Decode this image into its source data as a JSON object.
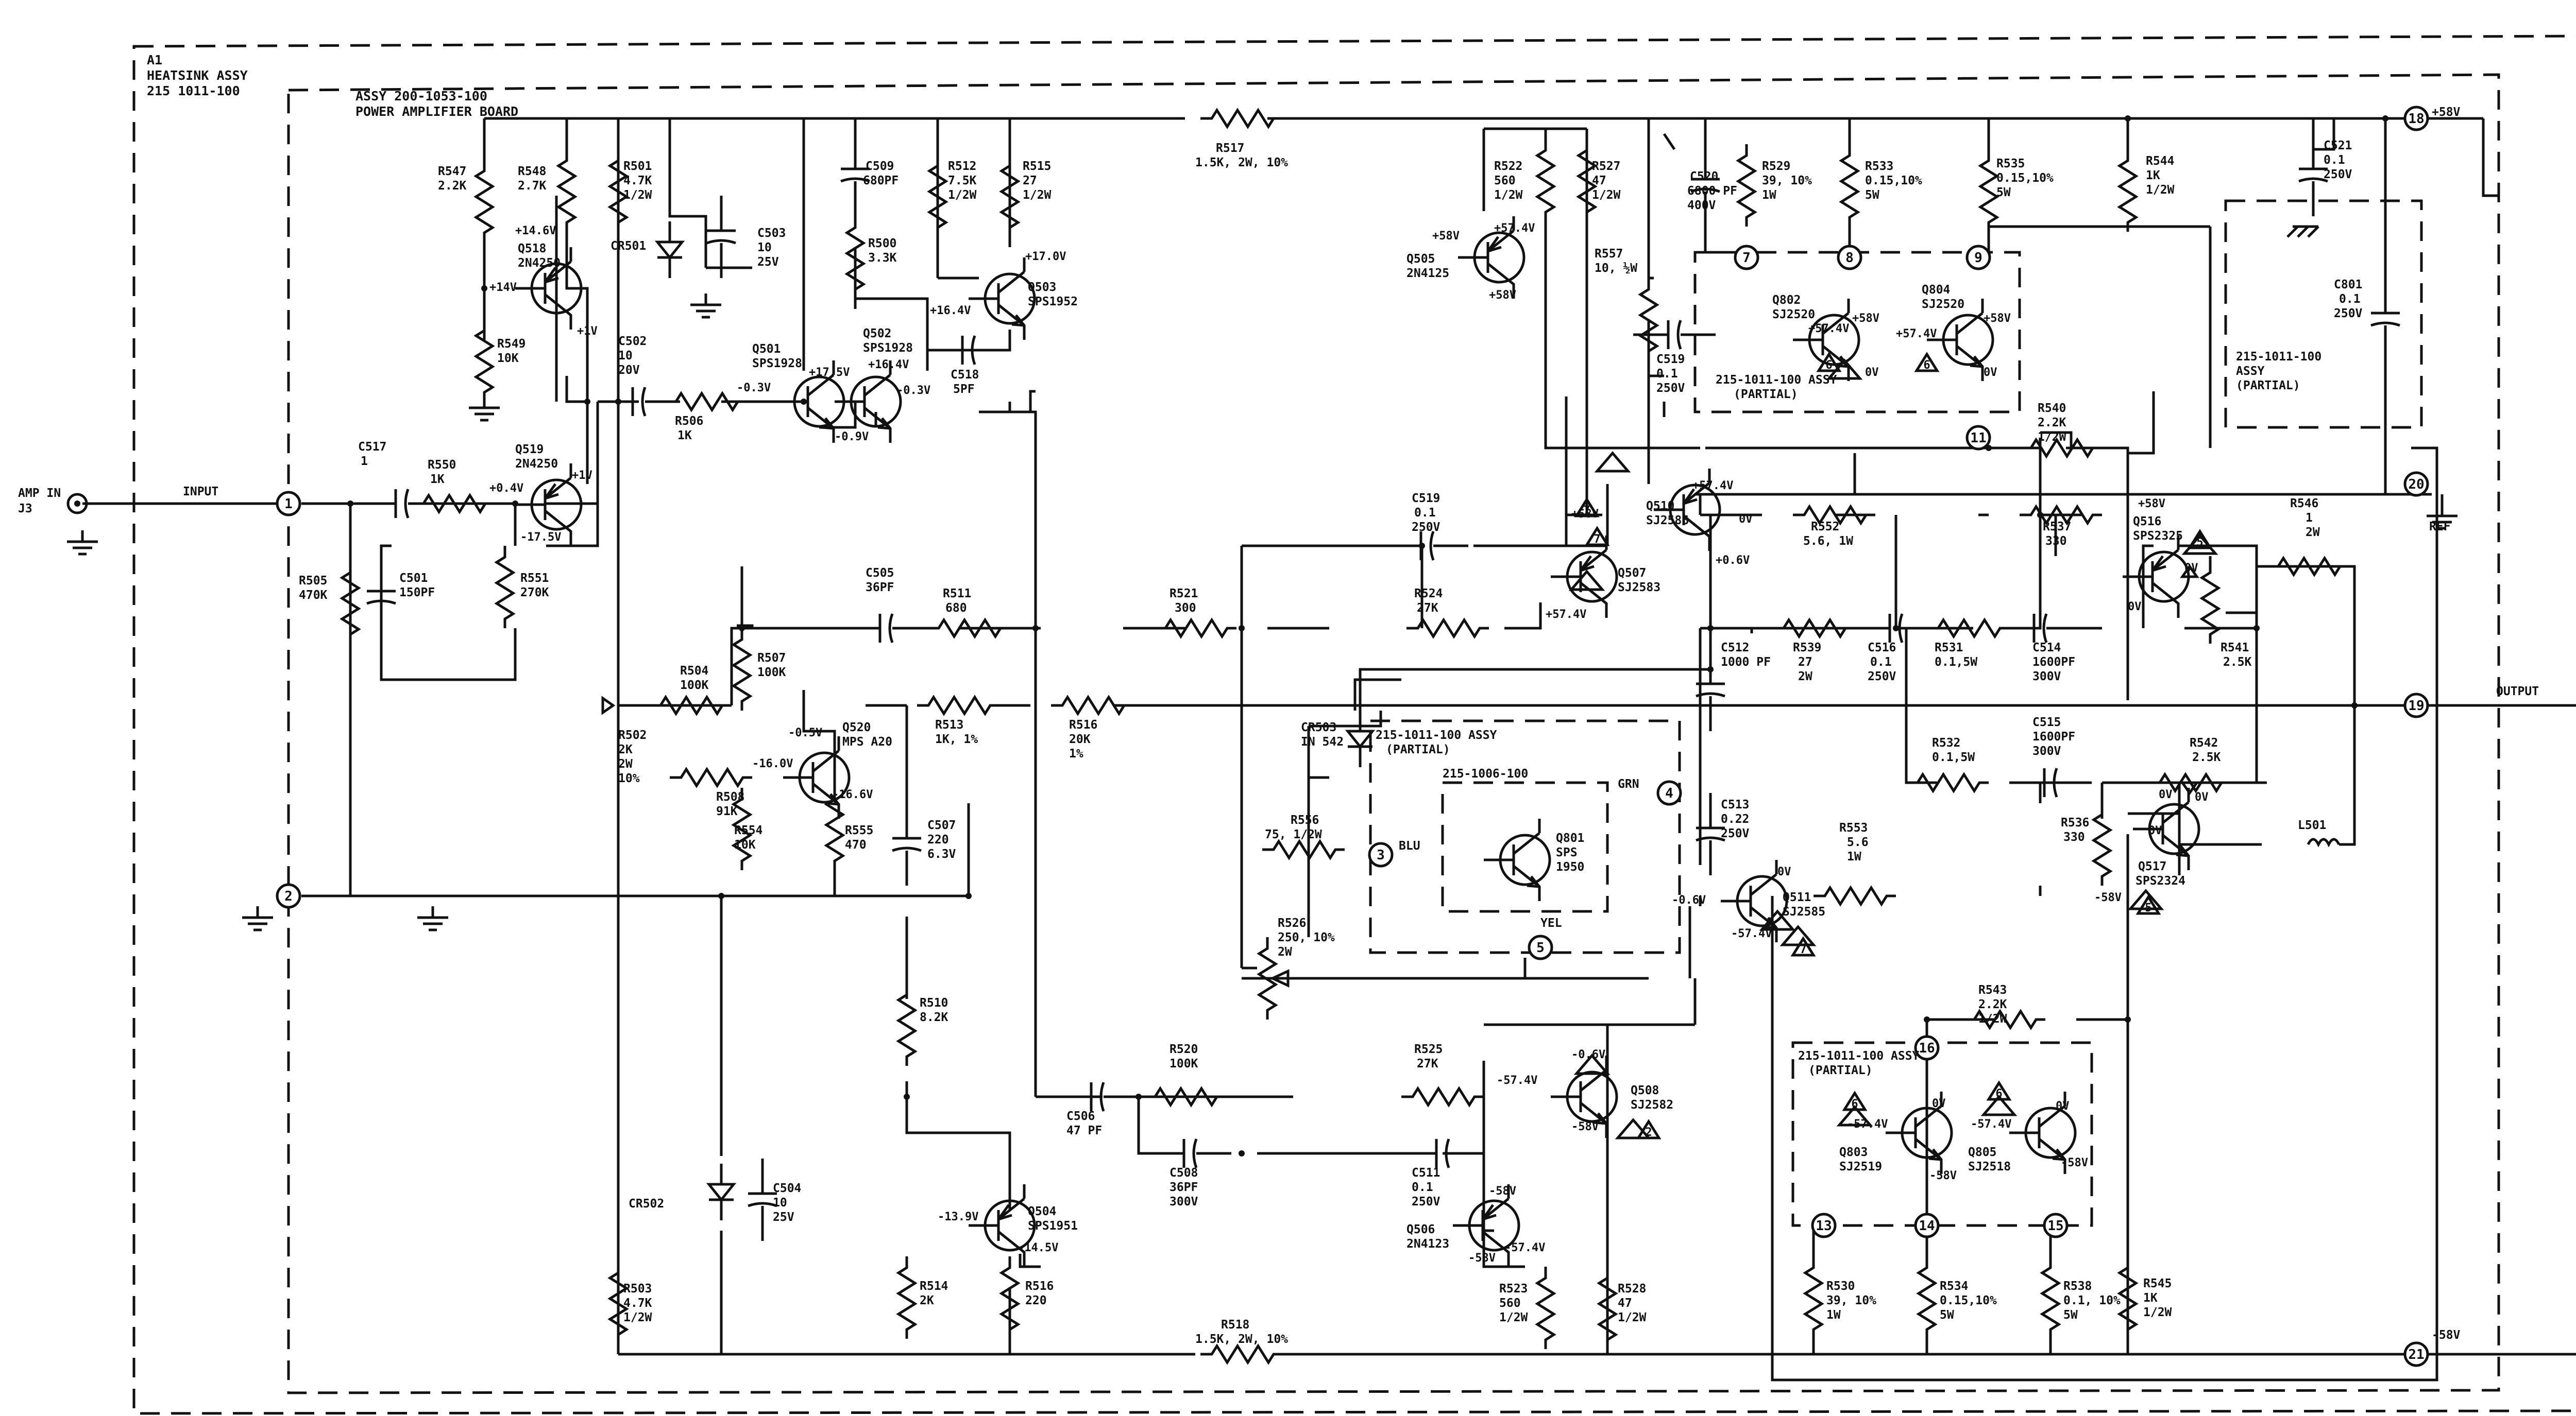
{
  "header": {
    "a1": "A1",
    "heatsink": "HEATSINK ASSY",
    "heatsink_num": "215 1011-100",
    "assy": "ASSY 200-1053-100",
    "board": "POWER AMPLIFIER BOARD"
  },
  "io": {
    "amp_in": "AMP IN",
    "j3": "J3",
    "input": "INPUT",
    "output": "OUTPUT",
    "ref": "REF",
    "plus58": "+58V",
    "minus58": "-58V"
  },
  "nodes": {
    "n1": "1",
    "n2": "2",
    "n3": "3",
    "n4": "4",
    "n5": "5",
    "n7": "7",
    "n8": "8",
    "n9": "9",
    "n11": "11",
    "n13": "13",
    "n14": "14",
    "n15": "15",
    "n16": "16",
    "n18": "18",
    "n19": "19",
    "n20": "20",
    "n21": "21"
  },
  "resistors": {
    "r505": [
      "R505",
      "470K"
    ],
    "r550": [
      "R550",
      "1K"
    ],
    "r551": [
      "R551",
      "270K"
    ],
    "r547": [
      "R547",
      "2.2K"
    ],
    "r548": [
      "R548",
      "2.7K"
    ],
    "r549": [
      "R549",
      "10K"
    ],
    "r501": [
      "R501",
      "4.7K",
      "1/2W"
    ],
    "r506": [
      "R506",
      "1K"
    ],
    "r502": [
      "R502",
      "2K",
      "2W",
      "10%"
    ],
    "r504": [
      "R504",
      "100K"
    ],
    "r507": [
      "R507",
      "100K"
    ],
    "r508": [
      "R508",
      "91K"
    ],
    "r554": [
      "R554",
      "10K"
    ],
    "r555": [
      "R555",
      "470"
    ],
    "r500": [
      "R500",
      "3.3K"
    ],
    "r512": [
      "R512",
      "7.5K",
      "1/2W"
    ],
    "r515": [
      "R515",
      "27",
      "1/2W"
    ],
    "r511": [
      "R511",
      "680"
    ],
    "r513": [
      "R513",
      "1K, 1%"
    ],
    "r516": [
      "R516",
      "20K",
      "1%"
    ],
    "r510": [
      "R510",
      "8.2K"
    ],
    "r514": [
      "R514",
      "2K"
    ],
    "r516b": [
      "R516",
      "220"
    ],
    "r503": [
      "R503",
      "4.7K",
      "1/2W"
    ],
    "r517": [
      "R517",
      "1.5K, 2W, 10%"
    ],
    "r518": [
      "R518",
      "1.5K, 2W, 10%"
    ],
    "r521": [
      "R521",
      "300"
    ],
    "r524": [
      "R524",
      "27K"
    ],
    "r520": [
      "R520",
      "100K"
    ],
    "r525": [
      "R525",
      "27K"
    ],
    "r522": [
      "R522",
      "560",
      "1/2W"
    ],
    "r527": [
      "R527",
      "47",
      "1/2W"
    ],
    "r557": [
      "R557",
      "10, ½W"
    ],
    "r529": [
      "R529",
      "39, 10%",
      "1W"
    ],
    "r533": [
      "R533",
      "0.15,10%",
      "5W"
    ],
    "r535": [
      "R535",
      "0.15,10%",
      "5W"
    ],
    "r544": [
      "R544",
      "1K",
      "1/2W"
    ],
    "r540": [
      "R540",
      "2.2K",
      "1/2W"
    ],
    "r552": [
      "R552",
      "5.6, 1W"
    ],
    "r537": [
      "R537",
      "330"
    ],
    "r546": [
      "R546",
      "1",
      "2W"
    ],
    "r541": [
      "R541",
      "2.5K"
    ],
    "r539": [
      "R539",
      "27",
      "2W"
    ],
    "r531": [
      "R531",
      "0.1,5W"
    ],
    "r532": [
      "R532",
      "0.1,5W"
    ],
    "r542": [
      "R542",
      "2.5K"
    ],
    "r536": [
      "R536",
      "330"
    ],
    "r553": [
      "R553",
      "5.6",
      "1W"
    ],
    "r556": [
      "R556",
      "75, 1/2W"
    ],
    "r526": [
      "R526",
      "250, 10%",
      "2W"
    ],
    "r543": [
      "R543",
      "2.2K",
      "1/2W"
    ],
    "r523": [
      "R523",
      "560",
      "1/2W"
    ],
    "r528": [
      "R528",
      "47",
      "1/2W"
    ],
    "r530": [
      "R530",
      "39, 10%",
      "1W"
    ],
    "r534": [
      "R534",
      "0.15,10%",
      "5W"
    ],
    "r538": [
      "R538",
      "0.1, 10%",
      "5W"
    ],
    "r545": [
      "R545",
      "1K",
      "1/2W"
    ]
  },
  "capacitors": {
    "c517": [
      "C517",
      "1"
    ],
    "c501": [
      "C501",
      "150PF"
    ],
    "c502": [
      "C502",
      "10",
      "20V"
    ],
    "c503": [
      "C503",
      "10",
      "25V"
    ],
    "c509": [
      "C509",
      "680PF"
    ],
    "c518": [
      "C518",
      "5PF"
    ],
    "c505": [
      "C505",
      "36PF"
    ],
    "c507": [
      "C507",
      "220",
      "6.3V"
    ],
    "c504": [
      "C504",
      "10",
      "25V"
    ],
    "c506": [
      "C506",
      "47 PF"
    ],
    "c508": [
      "C508",
      "36PF",
      "300V"
    ],
    "c511": [
      "C511",
      "0.1",
      "250V"
    ],
    "c519a": [
      "C519",
      "0.1",
      "250V"
    ],
    "c520": [
      "C520",
      "6800 PF",
      "400V"
    ],
    "c519b": [
      "C519",
      "0.1",
      "250V"
    ],
    "c521": [
      "C521",
      "0.1",
      "250V"
    ],
    "c801": [
      "C801",
      "0.1",
      "250V"
    ],
    "c512": [
      "C512",
      "1000 PF"
    ],
    "c516": [
      "C516",
      "0.1",
      "250V"
    ],
    "c514": [
      "C514",
      "1600PF",
      "300V"
    ],
    "c515": [
      "C515",
      "1600PF",
      "300V"
    ],
    "c513": [
      "C513",
      "0.22",
      "250V"
    ]
  },
  "transistors": {
    "q518": [
      "Q518",
      "2N4250"
    ],
    "q519": [
      "Q519",
      "2N4250"
    ],
    "q501": [
      "Q501",
      "SPS1928"
    ],
    "q502": [
      "Q502",
      "SPS1928"
    ],
    "q503": [
      "Q503",
      "SPS1952"
    ],
    "q520": [
      "Q520",
      "MPS A20"
    ],
    "q504": [
      "Q504",
      "SPS1951"
    ],
    "q505": [
      "Q505",
      "2N4125"
    ],
    "q510": [
      "Q510",
      "SJ2586"
    ],
    "q507": [
      "Q507",
      "SJ2583"
    ],
    "q802": [
      "Q802",
      "SJ2520"
    ],
    "q804": [
      "Q804",
      "SJ2520"
    ],
    "q516": [
      "Q516",
      "SPS2325"
    ],
    "q801": [
      "Q801",
      "SPS",
      "1950"
    ],
    "q511": [
      "Q511",
      "SJ2585"
    ],
    "q517": [
      "Q517",
      "SPS2324"
    ],
    "q508": [
      "Q508",
      "SJ2582"
    ],
    "q506": [
      "Q506",
      "2N4123"
    ],
    "q803": [
      "Q803",
      "SJ2519"
    ],
    "q805": [
      "Q805",
      "SJ2518"
    ]
  },
  "diodes": {
    "cr501": "CR501",
    "cr502": "CR502",
    "cr503": [
      "CR503",
      "IN 542"
    ]
  },
  "inductors": {
    "l501": "L501"
  },
  "sub": {
    "assy": "215-1011-100 ASSY",
    "partial": "(PARTIAL)",
    "assy_alt": "215-1011-100",
    "assy_word": "ASSY",
    "inner": "215-1006-100",
    "blu": "BLU",
    "grn": "GRN",
    "yel": "YEL"
  },
  "volts": {
    "p146": "+14.6V",
    "p14": "+14V",
    "p1a": "+1V",
    "p04": "+0.4V",
    "p1b": "+1V",
    "m175a": "-17.5V",
    "m03a": "-0.3V",
    "p175": "+17.5V",
    "m03b": "-0.3V",
    "m09": "-0.9V",
    "p164a": "+16.4V",
    "p164b": "+16.4V",
    "p170": "+17.0V",
    "m05": "-0.5V",
    "m160": "-16.0V",
    "m166": "-16.6V",
    "m139": "-13.9V",
    "m145": "-14.5V",
    "p58a": "+58V",
    "p574a": "+57.4V",
    "p58b": "+58V",
    "p574b": "+57.4V",
    "p58c": "+58V",
    "p574c": "+57.4V",
    "p574d": "+57.4V",
    "p58d": "+58V",
    "p574e": "+57.4V",
    "p58e": "+58V",
    "v0a": "0V",
    "v0b": "0V",
    "v0c": "0V",
    "p06": "+0.6V",
    "p58f": "+58V",
    "v0d": "0V",
    "v0e": "0V",
    "v0f": "0V",
    "v0g": "0V",
    "v0h": "0V",
    "m58a": "-58V",
    "v0i": "0V",
    "m06a": "-0.6V",
    "m574a": "-57.4V",
    "m06b": "-0.6V",
    "m574b": "-57.4V",
    "m58b": "-58V",
    "m58c": "-58V",
    "m574c": "-57.4V",
    "m58d": "-58V",
    "m574d": "-57.4V",
    "v0j": "0V",
    "m58e": "-58V",
    "m574e": "-57.4V",
    "v0k": "0V",
    "m58f": "-58V"
  },
  "notes": {
    "t7a": "7",
    "t7b": "7",
    "t7c": "7",
    "t6a": "6",
    "t6b": "6",
    "t6c": "6",
    "t6d": "6",
    "t5a": "5",
    "t5b": "5",
    "t2": "2"
  }
}
